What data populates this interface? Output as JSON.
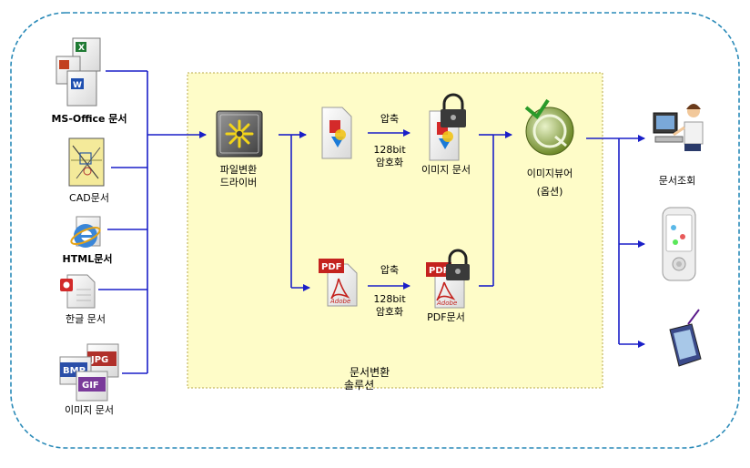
{
  "sources": {
    "ms_office": "MS-Office 문서",
    "cad": "CAD문서",
    "html": "HTML문서",
    "hangul": "한글 문서",
    "image": "이미지 문서"
  },
  "image_formats": {
    "jpg": "JPG",
    "bmp": "BMP",
    "gif": "GIF"
  },
  "converter": {
    "line1": "파일변환",
    "line2": "드라이버"
  },
  "pipeline_top": {
    "compress": "압축",
    "encrypt_line1": "128bit",
    "encrypt_line2": "암호화",
    "output": "이미지 문서"
  },
  "pipeline_bottom": {
    "pdf_badge": "PDF",
    "adobe": "Adobe",
    "compress": "압축",
    "encrypt_line1": "128bit",
    "encrypt_line2": "암호화",
    "output": "PDF문서"
  },
  "viewer": {
    "line1": "이미지뷰어",
    "line2": "(옵션)"
  },
  "targets": {
    "doc_view": "문서조회"
  },
  "solution": {
    "line1": "문서변환",
    "line2": "솔루션"
  },
  "colors": {
    "arrow": "#1a1fc8",
    "border": "#2a8ab8",
    "panel": "#fefcc8"
  }
}
